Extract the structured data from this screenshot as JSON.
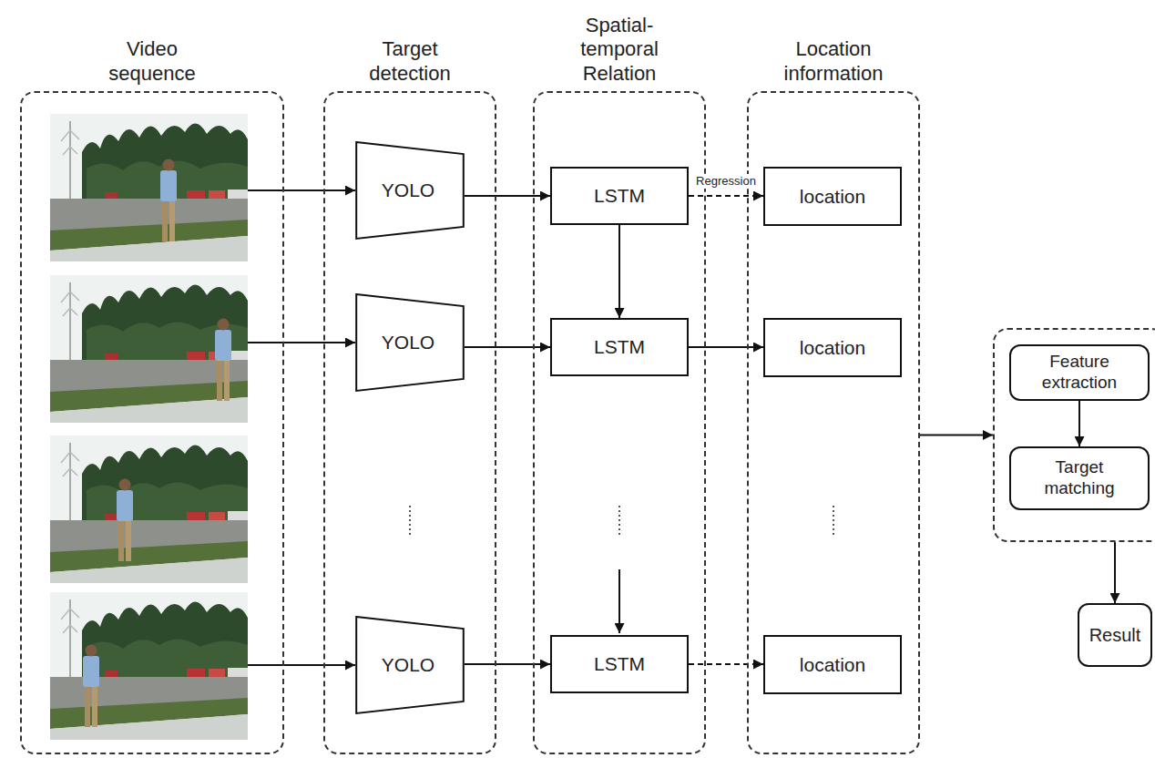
{
  "diagram": {
    "nodes": [
      {
        "text": [
          "Video sequence"
        ]
      },
      {
        "text": [
          "Target detection"
        ]
      },
      {
        "text": [
          "YOLO"
        ],
        "in": 1
      },
      {
        "text": [
          "YOLO"
        ],
        "in": 1
      },
      {
        "text": [
          "YOLO"
        ],
        "in": 1
      },
      {
        "text": [
          "Spatial-temporal Relation"
        ]
      },
      {
        "text": [
          "LSTM"
        ],
        "in": 5
      },
      {
        "text": [
          "LSTM"
        ],
        "in": 5
      },
      {
        "text": [
          "LSTM"
        ],
        "in": 5
      },
      {
        "text": [
          "Location information"
        ]
      },
      {
        "text": [
          "location"
        ],
        "in": 9
      },
      {
        "text": [
          "location"
        ],
        "in": 9
      },
      {
        "text": [
          "location"
        ],
        "in": 9
      },
      {},
      {
        "text": [
          "Feature extraction"
        ],
        "in": 13
      },
      {
        "text": [
          "Target matching"
        ],
        "in": 13
      },
      {
        "text": [
          "Result"
        ]
      }
    ],
    "edges": [
      {
        "from": 2,
        "to": 6,
        "arrow": "to"
      },
      {
        "from": 3,
        "to": 7,
        "arrow": "to"
      },
      {
        "from": 4,
        "to": 8,
        "arrow": "to"
      },
      {
        "from": 6,
        "to": 10,
        "label": "Regression",
        "arrow": "to"
      },
      {
        "from": 7,
        "to": 11,
        "arrow": "to"
      },
      {
        "from": 8,
        "to": 12,
        "arrow": "to"
      },
      {
        "from": 6,
        "to": 7,
        "arrow": "to"
      },
      {
        "from": 9,
        "to": 13,
        "arrow": "to"
      },
      {
        "from": 14,
        "to": 15,
        "arrow": "to"
      },
      {
        "from": 13,
        "to": 16,
        "arrow": "to"
      }
    ]
  }
}
